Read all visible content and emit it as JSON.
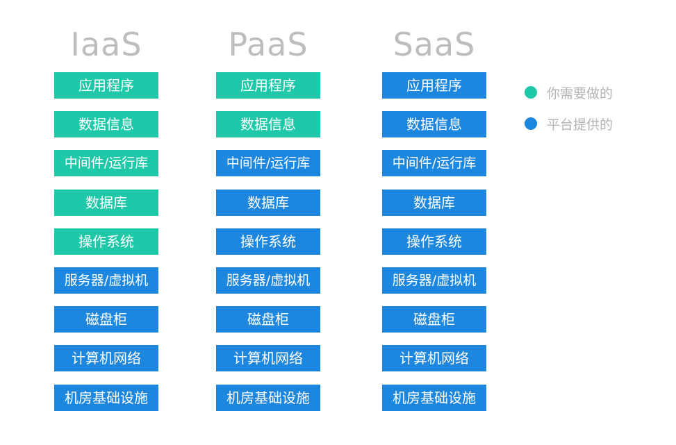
{
  "colors": {
    "user": "#1fc8a8",
    "platform": "#1d87e0"
  },
  "columns": [
    {
      "title": "IaaS",
      "layers": [
        {
          "label": "应用程序",
          "owner": "user"
        },
        {
          "label": "数据信息",
          "owner": "user"
        },
        {
          "label": "中间件/运行库",
          "owner": "user"
        },
        {
          "label": "数据库",
          "owner": "user"
        },
        {
          "label": "操作系统",
          "owner": "user"
        },
        {
          "label": "服务器/虚拟机",
          "owner": "platform"
        },
        {
          "label": "磁盘柜",
          "owner": "platform"
        },
        {
          "label": "计算机网络",
          "owner": "platform"
        },
        {
          "label": "机房基础设施",
          "owner": "platform"
        }
      ]
    },
    {
      "title": "PaaS",
      "layers": [
        {
          "label": "应用程序",
          "owner": "user"
        },
        {
          "label": "数据信息",
          "owner": "user"
        },
        {
          "label": "中间件/运行库",
          "owner": "platform"
        },
        {
          "label": "数据库",
          "owner": "platform"
        },
        {
          "label": "操作系统",
          "owner": "platform"
        },
        {
          "label": "服务器/虚拟机",
          "owner": "platform"
        },
        {
          "label": "磁盘柜",
          "owner": "platform"
        },
        {
          "label": "计算机网络",
          "owner": "platform"
        },
        {
          "label": "机房基础设施",
          "owner": "platform"
        }
      ]
    },
    {
      "title": "SaaS",
      "layers": [
        {
          "label": "应用程序",
          "owner": "platform"
        },
        {
          "label": "数据信息",
          "owner": "platform"
        },
        {
          "label": "中间件/运行库",
          "owner": "platform"
        },
        {
          "label": "数据库",
          "owner": "platform"
        },
        {
          "label": "操作系统",
          "owner": "platform"
        },
        {
          "label": "服务器/虚拟机",
          "owner": "platform"
        },
        {
          "label": "磁盘柜",
          "owner": "platform"
        },
        {
          "label": "计算机网络",
          "owner": "platform"
        },
        {
          "label": "机房基础设施",
          "owner": "platform"
        }
      ]
    }
  ],
  "legend": [
    {
      "label": "你需要做的",
      "owner": "user"
    },
    {
      "label": "平台提供的",
      "owner": "platform"
    }
  ]
}
